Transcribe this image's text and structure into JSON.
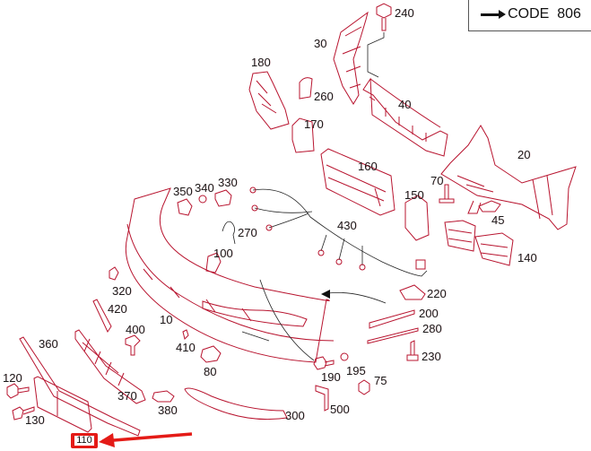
{
  "legend": {
    "code_label": "CODE",
    "code_value": "806",
    "arrow_icon": "right-arrow"
  },
  "highlighted_part": "110",
  "parts": {
    "p10": "10",
    "p20": "20",
    "p30": "30",
    "p40": "40",
    "p45": "45",
    "p70": "70",
    "p75": "75",
    "p80": "80",
    "p100": "100",
    "p120": "120",
    "p130": "130",
    "p140": "140",
    "p150": "150",
    "p160": "160",
    "p170": "170",
    "p180": "180",
    "p190": "190",
    "p195": "195",
    "p200": "200",
    "p220": "220",
    "p230": "230",
    "p240": "240",
    "p260": "260",
    "p270": "270",
    "p280": "280",
    "p300": "300",
    "p320": "320",
    "p330": "330",
    "p340": "340",
    "p350": "350",
    "p360": "360",
    "p370": "370",
    "p380": "380",
    "p400": "400",
    "p410": "410",
    "p420": "420",
    "p430": "430",
    "p500": "500"
  },
  "colors": {
    "line": "#b8142f",
    "highlight": "#e41b17",
    "text": "#1a1a1a"
  }
}
